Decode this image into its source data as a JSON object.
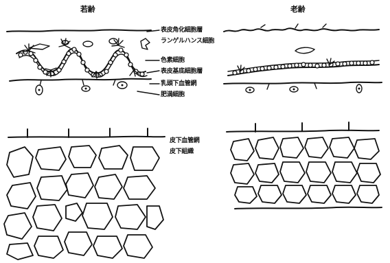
{
  "titles": {
    "young": "若齢",
    "old": "老齢"
  },
  "labels": {
    "epidermis_keratinocyte": "表皮角化細胞層",
    "langerhans_cell": "ランゲルハンス細胞",
    "melanocyte": "色素細胞",
    "basal_cell_layer": "表皮基底細胞層",
    "papillary_vessels": "乳頭下血管網",
    "mast_cell": "肥満細胞",
    "subcutaneous_vessels": "皮下血管網",
    "subcutaneous_tissue": "皮下組織"
  }
}
